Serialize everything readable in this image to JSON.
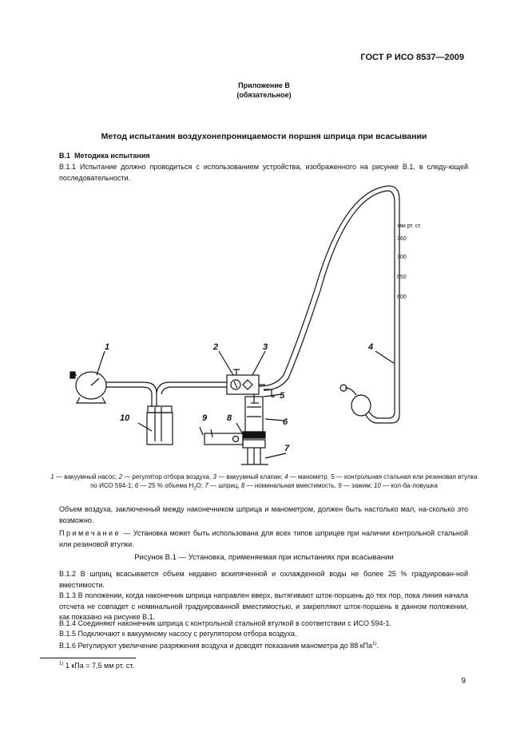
{
  "header": {
    "doc_code": "ГОСТ Р ИСО 8537—2009"
  },
  "annex": {
    "title": "Приложение В",
    "status": "(обязательное)"
  },
  "section_title": "Метод испытания воздухонепроницаемости поршня шприца при всасывании",
  "subsection": {
    "num": "В.1",
    "title": "Методика испытания"
  },
  "p_b11": "В.1.1  Испытание должно проводиться с использованием устройства, изображенного на рисунке В.1, в следу-ющей последовательности.",
  "figure": {
    "scale_unit": "мм рт. ст.",
    "scale_ticks": [
      "760",
      "700",
      "650",
      "600"
    ],
    "labels": [
      "1",
      "2",
      "3",
      "4",
      "5",
      "6",
      "7",
      "8",
      "9",
      "10"
    ]
  },
  "caption": {
    "l1": "1",
    "t1": " — вакуумный насос; ",
    "l2": "2",
    "t2": " — регулятор отбора воздуха, ",
    "l3": "3",
    "t3": " — вакуумный клапан; ",
    "l4": "4",
    "t4": " — манометр, ",
    "l5": "5",
    "t5": " — контрольная стальная или резиновая втулка по ИСО 594-1; ",
    "l6": "6",
    "t6": " — 25 % объема H",
    "t6sub": "2",
    "t6b": "O; ",
    "l7": "7",
    "t7": " — шприц, ",
    "l8": "8",
    "t8": " — номинальная вместимость. ",
    "l9": "9",
    "t9": " — зажим; ",
    "l10": "10",
    "t10": " — кол-ба-ловушка"
  },
  "p_volume": "Объем воздуха, заключенный между наконечником шприца и манометром, должен быть настолько мал, на-сколько это возможно.",
  "note": {
    "label": "Примечание",
    "text": " — Установка может быть использована для всех типов шприцев при наличии контрольной стальной или резиновой втулки."
  },
  "figure_title": "Рисунок В.1 — Установка, применяемая при испытаниях при всасывании",
  "p_b12": "В.1.2  В шприц всасывается объем недавно вскипяченной и охлажденной воды не более 25 % градуирован-ной вместимости.",
  "p_b13": "В.1.3  В положении, когда наконечник шприца направлен вверх, вытягивают шток-поршень до тех пор, пока линия начала отсчета не совпадет с номинальной градуированной вместимостью, и закрепляют шток-поршень в данном положении, как показано на рисунке В.1.",
  "p_b14": "В.1.4  Соединяют наконечник шприца с контрольной стальной втулкой в соответствии с ИСО 594-1.",
  "p_b15": "В.1.5  Подключают к вакуумному насосу с регулятором отбора воздуха.",
  "p_b16": "В.1.6  Регулируют увеличение разряжения воздуха и доводят показания манометра до 88 кПа",
  "p_b16_ref": "1)",
  "p_b16_end": ".",
  "footnote": {
    "mark": "1)",
    "text": "  1 кПа = 7,5 мм рт. ст."
  },
  "page_number": "9"
}
